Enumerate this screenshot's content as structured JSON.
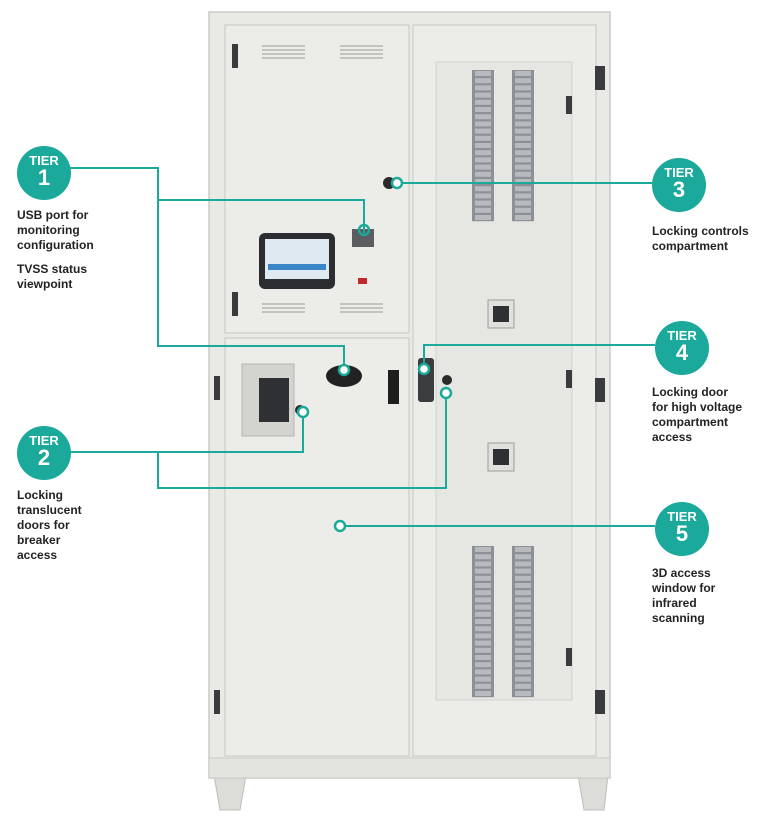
{
  "colors": {
    "accent": "#1aa99a",
    "cabinet": "#e9eae6",
    "cabinet_edge": "#c9cbc5",
    "text": "#222222"
  },
  "tiers": [
    {
      "tier": "TIER",
      "number": "1",
      "lines": [
        "USB port for",
        "monitoring",
        "configuration"
      ],
      "extra": [
        "TVSS status",
        "viewpoint"
      ]
    },
    {
      "tier": "TIER",
      "number": "2",
      "lines": [
        "Locking",
        "translucent",
        "doors for",
        "breaker",
        "access"
      ]
    },
    {
      "tier": "TIER",
      "number": "3",
      "lines": [
        "Locking controls",
        "compartment"
      ]
    },
    {
      "tier": "TIER",
      "number": "4",
      "lines": [
        "Locking door",
        "for high voltage",
        "compartment",
        "access"
      ]
    },
    {
      "tier": "TIER",
      "number": "5",
      "lines": [
        "3D access",
        "window for",
        "infrared",
        "scanning"
      ]
    }
  ]
}
